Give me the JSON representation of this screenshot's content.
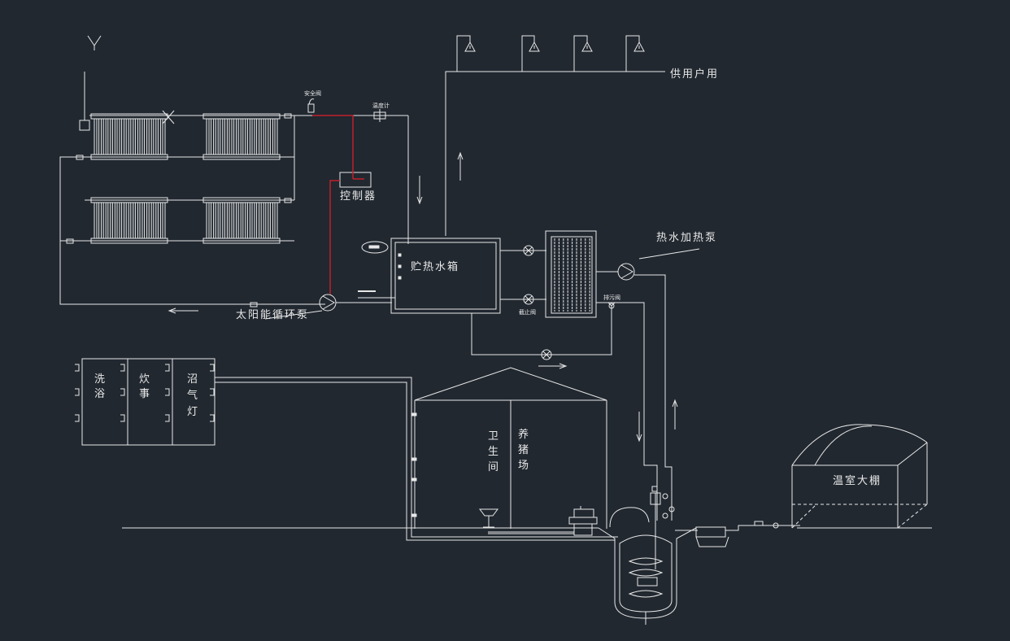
{
  "colors": {
    "background": "#212830",
    "line": "#e8e8e8",
    "control_line": "#c0202a"
  },
  "labels": {
    "supply_users": "供用户用",
    "controller": "控制器",
    "storage_tank": "贮热水箱",
    "hot_water_pump": "热水加热泵",
    "solar_pump": "太阳能循环泵",
    "safety_valve": "安全阀",
    "thermometer": "温度计",
    "valve_small_1": "排污阀",
    "valve_small_2": "截止阀",
    "bath": [
      "洗",
      "浴"
    ],
    "cooking": [
      "炊",
      "事"
    ],
    "biogas_lamp": [
      "沼",
      "气",
      "灯"
    ],
    "toilet": [
      "卫",
      "生",
      "间"
    ],
    "pig_farm": [
      "养",
      "猪",
      "场"
    ],
    "greenhouse": "温室大棚"
  }
}
